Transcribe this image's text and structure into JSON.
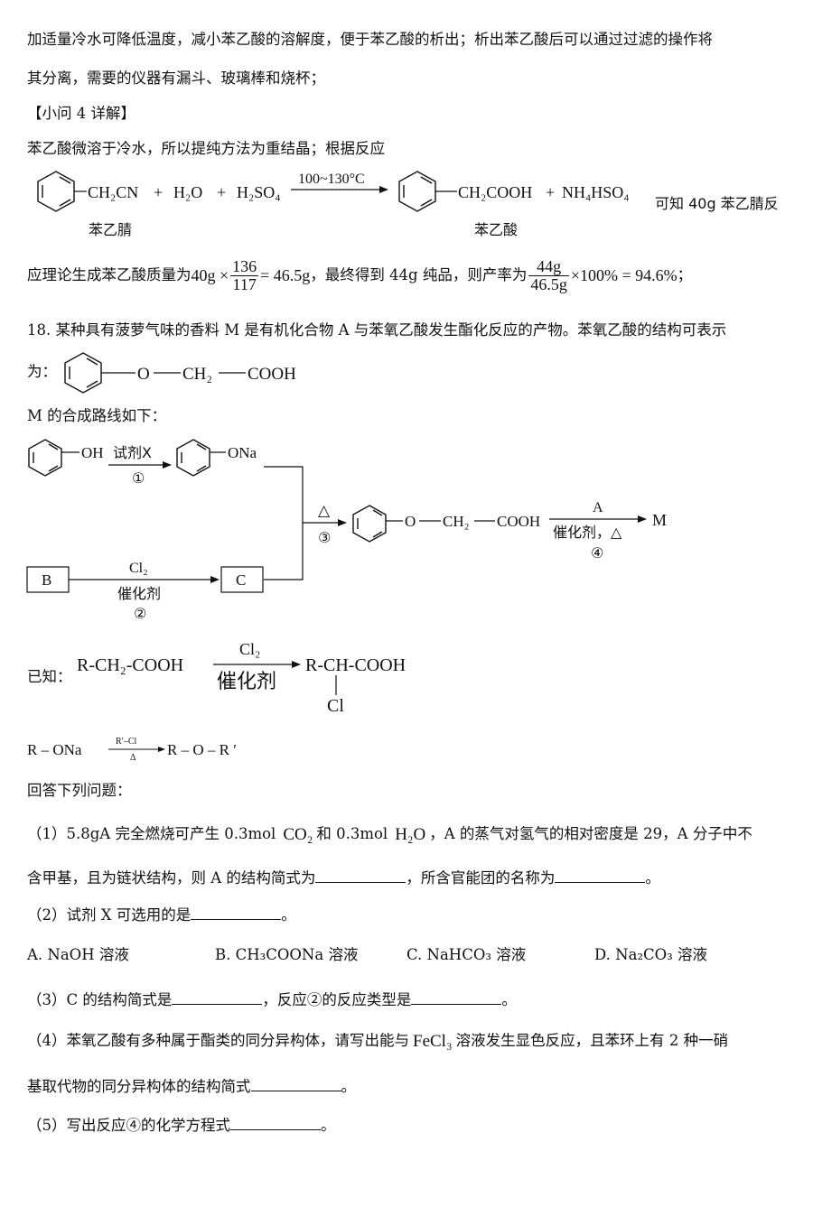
{
  "text": {
    "p1": "加适量冷水可降低温度，减小苯乙酸的溶解度，便于苯乙酸的析出；析出苯乙酸后可以通过过滤的操作将",
    "p2": "其分离，需要的仪器有漏斗、玻璃棒和烧杯；",
    "sub4": "【小问 4 详解】",
    "p3": "苯乙酸微溶于冷水，所以提纯方法为重结晶；根据反应",
    "eq_r1": "CH₂CN",
    "eq_plus": "+",
    "eq_h2o": "H₂O",
    "eq_h2so4": "H₂SO₄",
    "eq_cond": "100~130°C",
    "eq_p1": "CH₂COOH",
    "eq_p2": "NH₄HSO₄",
    "eq_tail": "可知 40g 苯乙腈反",
    "name_r": "苯乙腈",
    "name_p": "苯乙酸",
    "calc_pre": "应理论生成苯乙酸质量为",
    "calc_a": "40g ×",
    "calc_n1": "136",
    "calc_d1": "117",
    "calc_r1": "= 46.5g",
    "calc_mid": "，最终得到 44g 纯品，则产率为",
    "calc_n2": "44g",
    "calc_d2": "46.5g",
    "calc_r2": "×100% = 94.6%",
    "calc_end": "；",
    "q18": "18. 某种具有菠萝气味的香料 M 是有机化合物 A 与苯氧乙酸发生酯化反应的产物。苯氧乙酸的结构可表示",
    "q18b": "为：",
    "pa_o": "O",
    "pa_dash": "—",
    "pa_ch2": "CH₂",
    "pa_cooh": "COOH",
    "route_title": "M 的合成路线如下：",
    "r_oh": "OH",
    "r_x": "试剂X",
    "r_1": "①",
    "r_ona": "ONa",
    "r_delta": "△",
    "r_3": "③",
    "r_o": "O",
    "r_ch2": "CH₂",
    "r_cooh": "COOH",
    "r_a": "A",
    "r_cat": "催化剂，△",
    "r_4": "④",
    "r_m": "M",
    "r_b": "B",
    "r_cl2": "Cl₂",
    "r_cat2": "催化剂",
    "r_2": "②",
    "r_c": "C",
    "known": "已知：",
    "k1_r": "R-CH₂-COOH",
    "k1_cl2": "Cl₂",
    "k1_cat": "催化剂",
    "k1_p": "R-CH-COOH",
    "k1_cl": "Cl",
    "k2_r": "R – ONa",
    "k2_top": "R′–Cl",
    "k2_bot": "Δ",
    "k2_p": "R – O – R ′",
    "answer": "回答下列问题：",
    "q1a": "（1）5.8gA 完全燃烧可产生 0.3mol",
    "q1_co2": "CO₂",
    "q1b": "和 0.3mol",
    "q1_h2o": "H₂O",
    "q1c": "，A 的蒸气对氢气的相对密度是 29，A 分子中不",
    "q1d": "含甲基，且为链状结构，则 A 的结构简式为",
    "q1e": "，所含官能团的名称为",
    "q1f": "。",
    "q2": "（2）试剂 X 可选用的是",
    "q2e": "。",
    "optA": "A. NaOH 溶液",
    "optB": "B.  CH₃COONa 溶液",
    "optC": "C.  NaHCO₃ 溶液",
    "optD": "D.  Na₂CO₃ 溶液",
    "q3a": "（3）C 的结构简式是",
    "q3b": "，反应②的反应类型是",
    "q3c": "。",
    "q4a": "（4）苯氧乙酸有多种属于酯类的同分异构体，请写出能与",
    "q4_fecl3": "FeCl₃",
    "q4b": "溶液发生显色反应，且苯环上有 2 种一硝",
    "q4c": "基取代物的同分异构体的结构简式",
    "q4d": "。",
    "q5a": "（5）写出反应④的化学方程式",
    "q5b": "。"
  }
}
